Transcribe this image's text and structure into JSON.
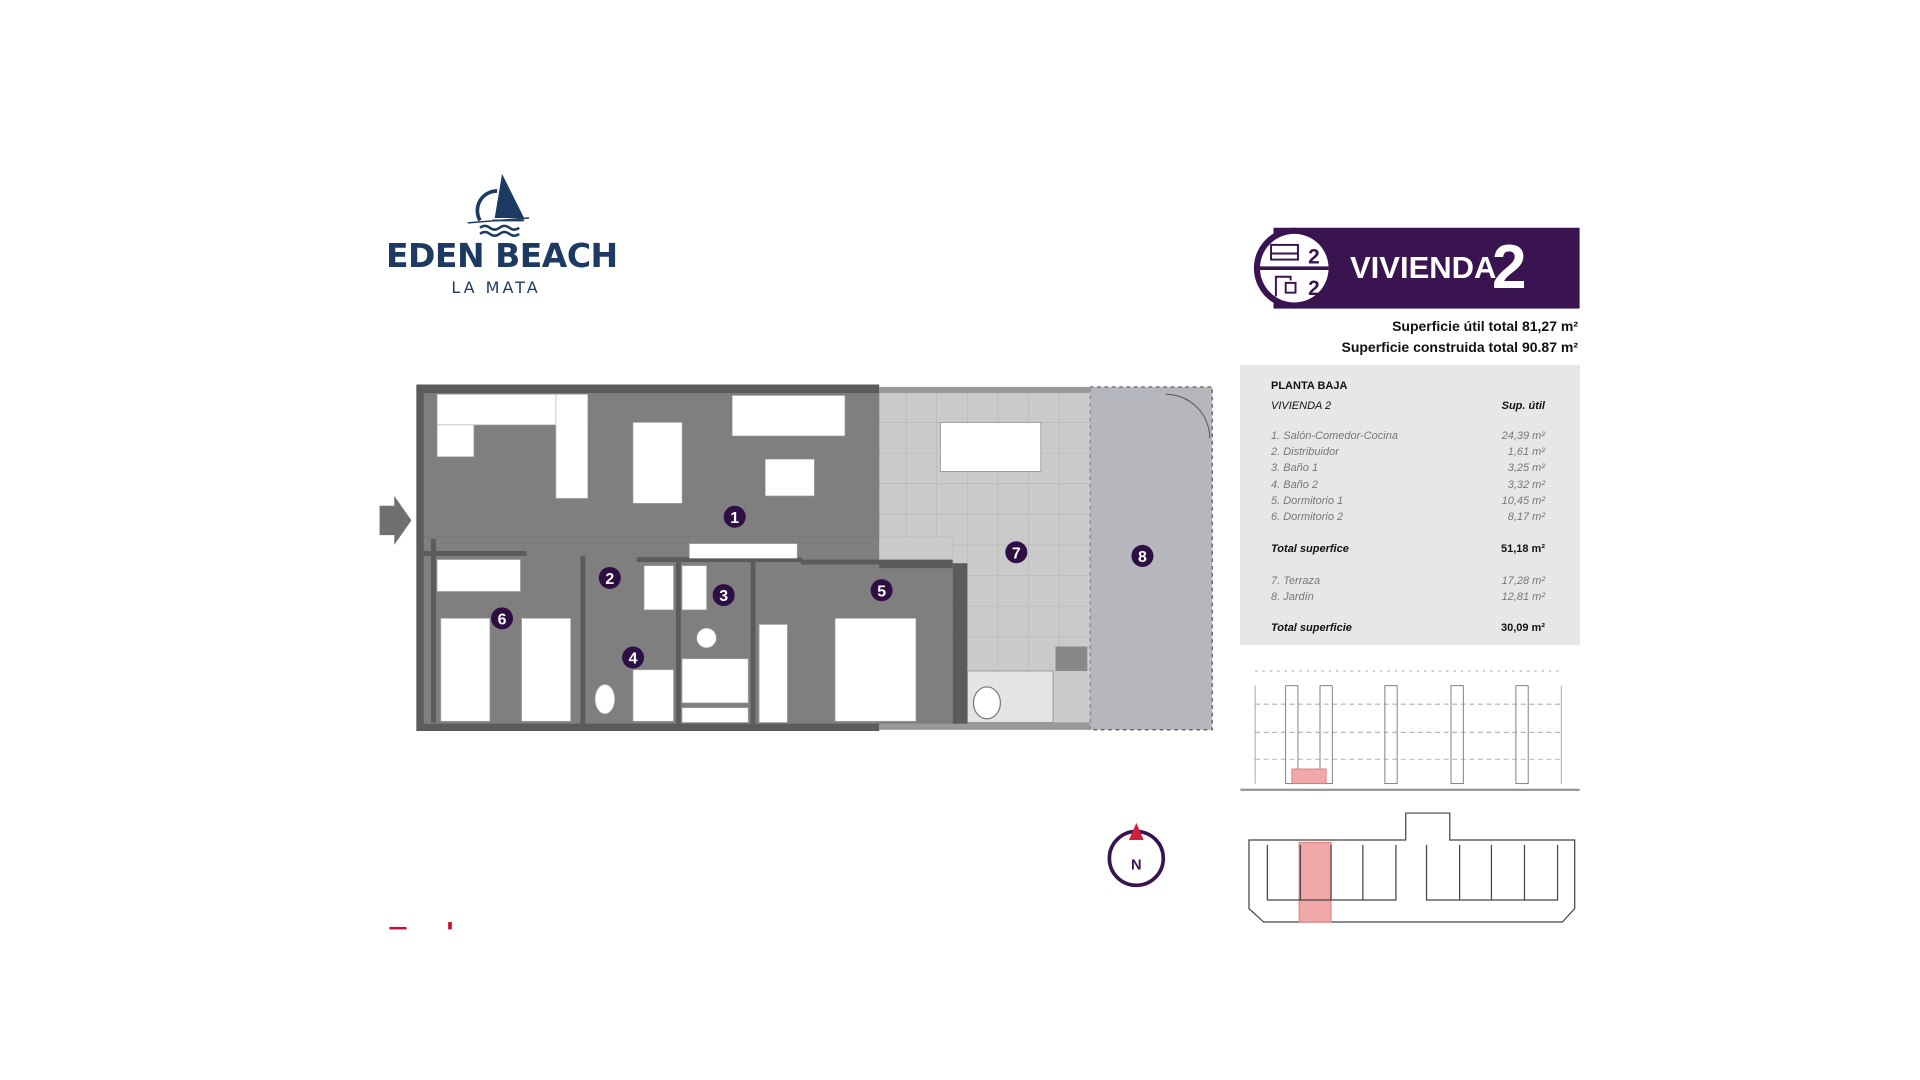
{
  "logo": {
    "title": "EDEN BEACH",
    "subtitle": "LA MATA",
    "icon": "sailboat-icon"
  },
  "header": {
    "bedrooms": "2",
    "bathrooms": "2",
    "title": "VIVIENDA",
    "number": "2",
    "color": "#3a1451"
  },
  "surfaces": {
    "useful": "Superficie útil total 81,27 m²",
    "built": "Superficie construida total 90.87 m²"
  },
  "table": {
    "floor": "PLANTA BAJA",
    "unit": "VIVIENDA 2",
    "col_header": "Sup. útil",
    "rooms": [
      {
        "label": "1. Salón-Comedor-Cocina",
        "value": "24,39 m²"
      },
      {
        "label": "2. Distribuidor",
        "value": "1,61 m²"
      },
      {
        "label": "3. Baño 1",
        "value": "3,25 m²"
      },
      {
        "label": "4. Baño 2",
        "value": "3,32 m²"
      },
      {
        "label": "5. Dormitorio 1",
        "value": "10,45 m²"
      },
      {
        "label": "6. Dormitorio 2",
        "value": "8,17 m²"
      }
    ],
    "total1": {
      "label": "Total superfice",
      "value": "51,18 m²"
    },
    "outdoor": [
      {
        "label": "7. Terraza",
        "value": "17,28 m²"
      },
      {
        "label": "8. Jardín",
        "value": "12,81 m²"
      }
    ],
    "total2": {
      "label": "Total superficie",
      "value": "30,09 m²"
    }
  },
  "plan": {
    "room_numbers": [
      "1",
      "2",
      "3",
      "4",
      "5",
      "6",
      "7",
      "8"
    ],
    "entrance_icon": "arrow-right-icon"
  },
  "compass": {
    "label": "N"
  },
  "highlight_color": "#f0a8a8"
}
